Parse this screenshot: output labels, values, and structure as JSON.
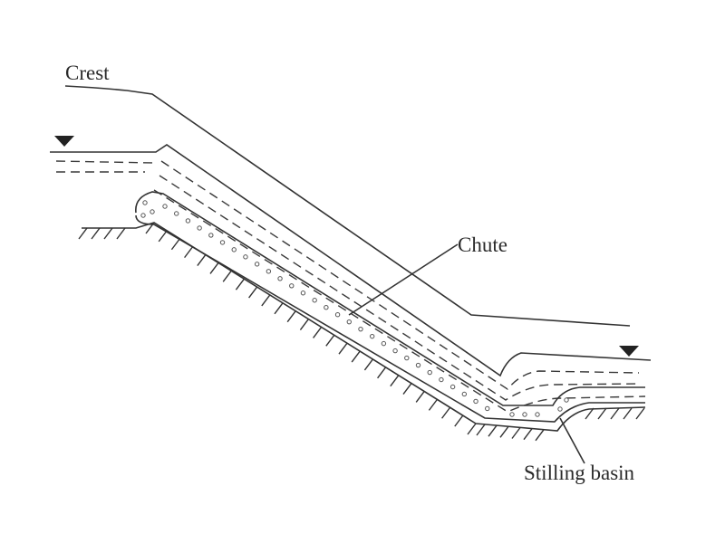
{
  "labels": {
    "crest": "Crest",
    "chute": "Chute",
    "stilling_basin": "Stilling basin"
  },
  "icons": {
    "upstream_water_level": "inverted-triangle",
    "downstream_water_level": "inverted-triangle"
  }
}
